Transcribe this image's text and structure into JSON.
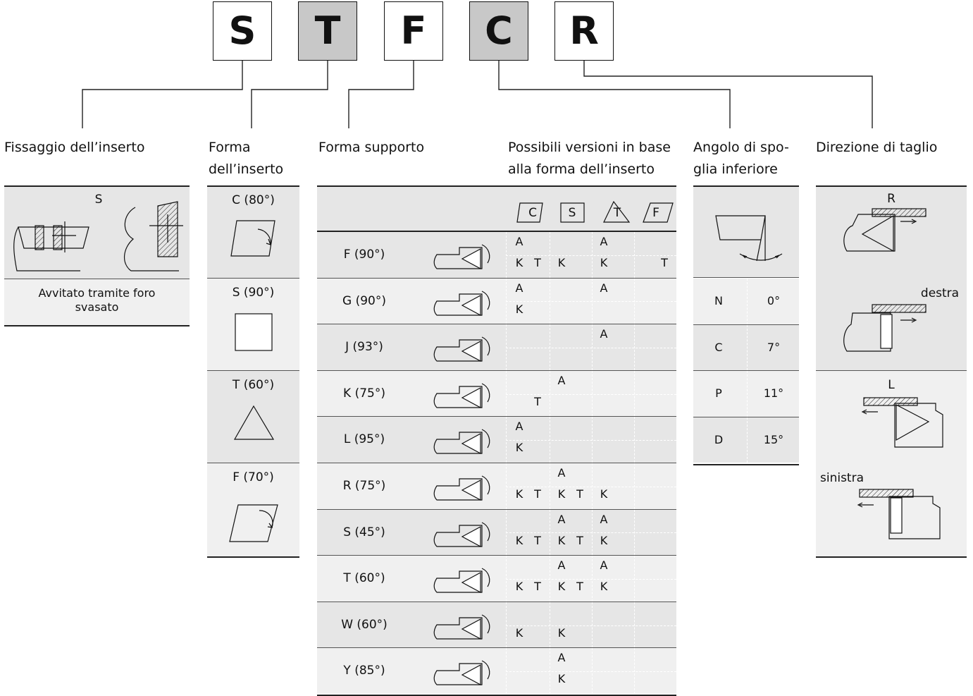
{
  "code_letters": [
    {
      "char": "S",
      "shade": "white"
    },
    {
      "char": "T",
      "shade": "grey"
    },
    {
      "char": "F",
      "shade": "white"
    },
    {
      "char": "C",
      "shade": "grey"
    },
    {
      "char": "R",
      "shade": "white"
    }
  ],
  "headers": {
    "fissaggio": "Fissaggio dell’inserto",
    "forma_line1": "Forma",
    "forma_line2": "dell’inserto",
    "supporto": "Forma supporto",
    "versioni_line1": "Possibili versioni in base",
    "versioni_line2": "alla forma dell’inserto",
    "angolo_line1": "Angolo di spo-",
    "angolo_line2": "glia inferiore",
    "direzione": "Direzione di taglio"
  },
  "fissaggio": {
    "code": "S",
    "description_line1": "Avvitato tramite foro",
    "description_line2": "svasato"
  },
  "insert_shapes": [
    {
      "label": "C (80°)",
      "icon": "rhombus-80-icon"
    },
    {
      "label": "S (90°)",
      "icon": "square-icon"
    },
    {
      "label": "T (60°)",
      "icon": "triangle-icon"
    },
    {
      "label": "F (70°)",
      "icon": "rhombus-70-icon"
    }
  ],
  "version_columns": [
    "C",
    "S",
    "T",
    "F"
  ],
  "holder_rows": [
    {
      "label": "F (90°)",
      "C": [
        "A",
        "K T"
      ],
      "S": [
        "",
        "K"
      ],
      "T": [
        "A",
        "K"
      ],
      "F": [
        "",
        "T"
      ]
    },
    {
      "label": "G (90°)",
      "C": [
        "A",
        "K"
      ],
      "S": [
        "",
        ""
      ],
      "T": [
        "A",
        ""
      ],
      "F": [
        "",
        ""
      ]
    },
    {
      "label": "J (93°)",
      "C": [
        "",
        ""
      ],
      "S": [
        "",
        ""
      ],
      "T": [
        "A",
        ""
      ],
      "F": [
        "",
        ""
      ]
    },
    {
      "label": "K (75°)",
      "C": [
        "",
        "T"
      ],
      "S": [
        "A",
        ""
      ],
      "T": [
        "",
        ""
      ],
      "F": [
        "",
        ""
      ]
    },
    {
      "label": "L (95°)",
      "C": [
        "A",
        "K"
      ],
      "S": [
        "",
        ""
      ],
      "T": [
        "",
        ""
      ],
      "F": [
        "",
        ""
      ]
    },
    {
      "label": "R (75°)",
      "C": [
        "",
        "K T"
      ],
      "S": [
        "A",
        "K T"
      ],
      "T": [
        "",
        "K"
      ],
      "F": [
        "",
        ""
      ]
    },
    {
      "label": "S (45°)",
      "C": [
        "",
        "K T"
      ],
      "S": [
        "A",
        "K T"
      ],
      "T": [
        "A",
        "K"
      ],
      "F": [
        "",
        ""
      ]
    },
    {
      "label": "T (60°)",
      "C": [
        "",
        "K T"
      ],
      "S": [
        "A",
        "K T"
      ],
      "T": [
        "A",
        "K"
      ],
      "F": [
        "",
        ""
      ]
    },
    {
      "label": "W (60°)",
      "C": [
        "",
        "K"
      ],
      "S": [
        "",
        "K"
      ],
      "T": [
        "",
        ""
      ],
      "F": [
        "",
        ""
      ]
    },
    {
      "label": "Y (85°)",
      "C": [
        "",
        ""
      ],
      "S": [
        "A",
        "K"
      ],
      "T": [
        "",
        ""
      ],
      "F": [
        "",
        ""
      ]
    }
  ],
  "clearance": [
    {
      "code": "N",
      "angle": "0°"
    },
    {
      "code": "C",
      "angle": "7°"
    },
    {
      "code": "P",
      "angle": "11°"
    },
    {
      "code": "D",
      "angle": "15°"
    }
  ],
  "direction": {
    "right_code": "R",
    "right_label": "destra",
    "left_code": "L",
    "left_label": "sinistra"
  },
  "colors": {
    "grey_band": "#e6e6e6",
    "letter_grey": "#c8c8c8",
    "line": "#111111"
  }
}
